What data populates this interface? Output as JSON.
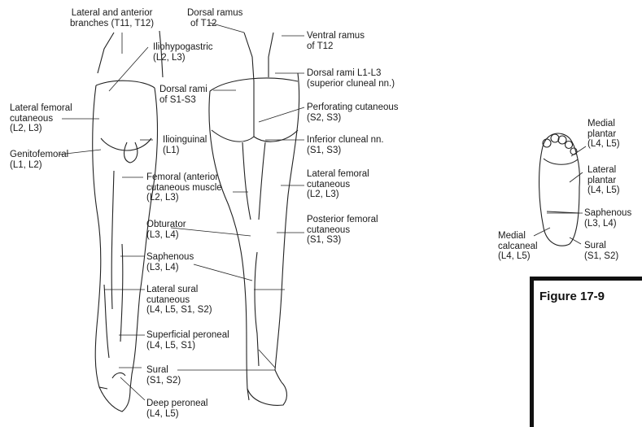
{
  "labels": {
    "lateral_anterior": [
      "Lateral and anterior",
      "branches (T11, T12)"
    ],
    "dorsal_ramus_t12": [
      "Dorsal ramus",
      "of T12"
    ],
    "iliohypogastric": [
      "Iliohypogastric",
      "(L2, L3)"
    ],
    "ventral_ramus": [
      "Ventral ramus",
      "of T12"
    ],
    "dorsal_rami_l1l3": [
      "Dorsal rami L1-L3",
      "(superior cluneal nn.)"
    ],
    "dorsal_rami_s1s3": [
      "Dorsal rami",
      "of S1-S3"
    ],
    "lateral_femoral_front": [
      "Lateral femoral",
      "cutaneous",
      "(L2, L3)"
    ],
    "perforating": [
      "Perforating cutaneous",
      "(S2, S3)"
    ],
    "ilioinguinal": [
      "Ilioinguinal",
      "(L1)"
    ],
    "genitofemoral": [
      "Genitofemoral",
      "(L1, L2)"
    ],
    "inferior_cluneal": [
      "Inferior cluneal nn.",
      "(S1, S3)"
    ],
    "femoral": [
      "Femoral (anterior",
      "cutaneous muscle",
      "(L2, L3)"
    ],
    "lateral_femoral_back": [
      "Lateral femoral",
      "cutaneous",
      "(L2, L3)"
    ],
    "obturator": [
      "Obturator",
      "(L3, L4)"
    ],
    "posterior_femoral": [
      "Posterior femoral",
      "cutaneous",
      "(S1, S3)"
    ],
    "saphenous": [
      "Saphenous",
      "(L3, L4)"
    ],
    "lateral_sural": [
      "Lateral sural",
      "cutaneous",
      "(L4, L5, S1, S2)"
    ],
    "superficial_peroneal": [
      "Superficial peroneal",
      "(L4, L5, S1)"
    ],
    "sural": [
      "Sural",
      "(S1, S2)"
    ],
    "deep_peroneal": [
      "Deep peroneal",
      "(L4, L5)"
    ],
    "foot_medial_plantar": [
      "Medial",
      "plantar",
      "(L4, L5)"
    ],
    "foot_lateral_plantar": [
      "Lateral",
      "plantar",
      "(L4, L5)"
    ],
    "foot_saphenous": [
      "Saphenous",
      "(L3, L4)"
    ],
    "foot_medial_calcaneal": [
      "Medial",
      "calcaneal",
      "(L4, L5)"
    ],
    "foot_sural": [
      "Sural",
      "(S1, S2)"
    ]
  },
  "figure_caption": "Figure 17-9"
}
